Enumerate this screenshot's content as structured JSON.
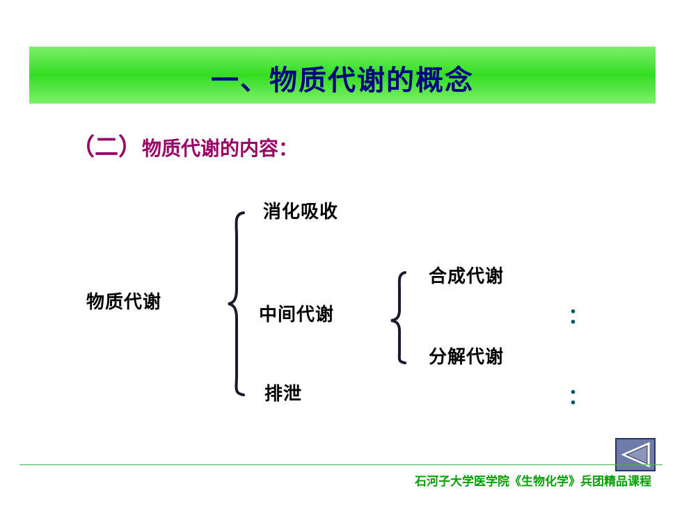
{
  "slide": {
    "title": "一、物质代谢的概念",
    "subtitle_num": "（二）",
    "subtitle_text": "物质代谢的内容：",
    "root": "物质代谢",
    "branches": {
      "digestion": "消化吸收",
      "intermediate": "中间代谢",
      "excretion": "排泄"
    },
    "sub_branches": {
      "anabolism": "合成代谢",
      "catabolism": "分解代谢"
    },
    "colon_mark": "："
  },
  "footer": {
    "text": "石河子大学医学院《生物化学》兵团精品课程"
  },
  "nav": {
    "back_icon": "triangle-left-icon"
  },
  "colors": {
    "title_band": "#33dd22",
    "title_text": "#000080",
    "subtitle": "#990066",
    "footer": "#00a000",
    "button": "#6e7ba6"
  }
}
